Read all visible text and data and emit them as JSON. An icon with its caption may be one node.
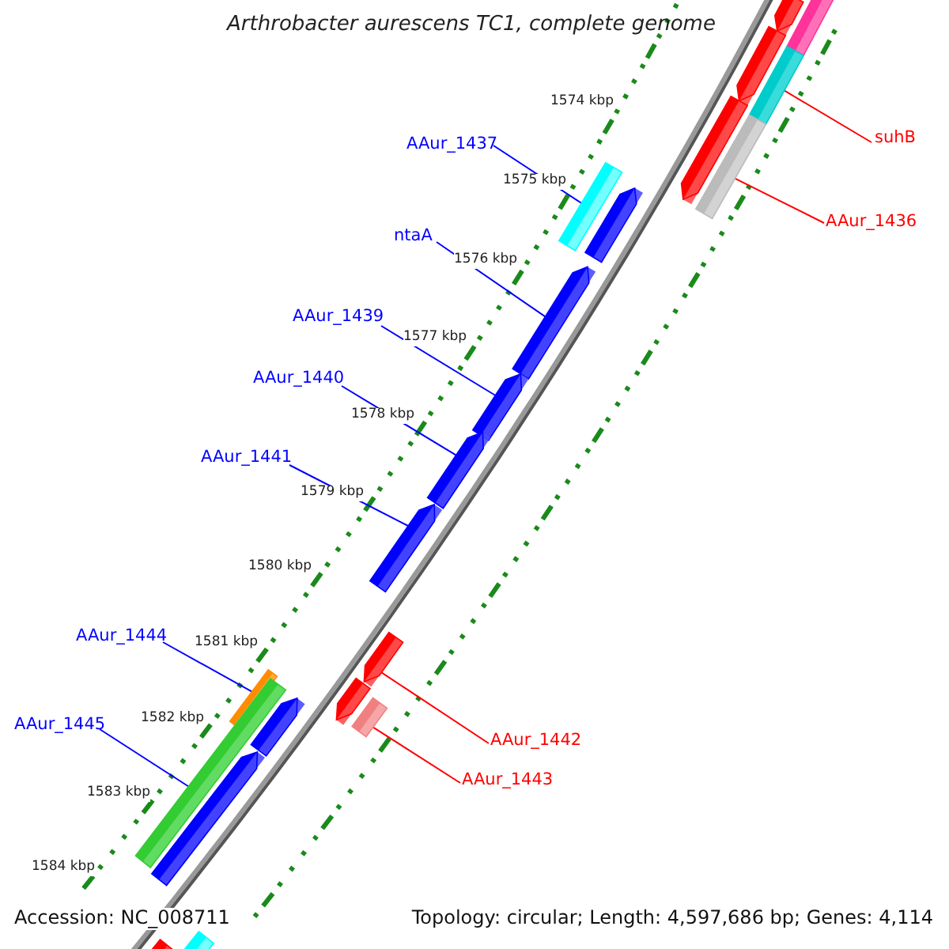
{
  "diagram": {
    "title": "Arthrobacter aurescens TC1, complete genome",
    "nodes": [
      {
        "text": [
          "AAur_1437"
        ]
      },
      {
        "text": [
          "ntaA"
        ]
      },
      {
        "text": [
          "AAur_1439"
        ]
      },
      {
        "text": [
          "AAur_1440"
        ]
      },
      {
        "text": [
          "AAur_1441"
        ]
      },
      {
        "text": [
          "AAur_1444"
        ]
      },
      {
        "text": [
          "AAur_1445"
        ]
      },
      {
        "text": [
          "suhB"
        ]
      },
      {
        "text": [
          "AAur_1436"
        ]
      },
      {
        "text": [
          "AAur_1442"
        ]
      },
      {
        "text": [
          "AAur_1443"
        ]
      },
      {
        "text": [],
        "shape": "arrow"
      },
      {
        "text": [],
        "shape": "arrow"
      },
      {
        "text": [],
        "shape": "arrow"
      },
      {
        "text": [],
        "shape": "bar"
      },
      {
        "text": [],
        "shape": "bar"
      },
      {
        "text": [],
        "shape": "bar"
      },
      {
        "text": [],
        "shape": "bar"
      },
      {
        "text": [],
        "shape": "arrow"
      },
      {
        "text": [],
        "shape": "arrow"
      },
      {
        "text": [],
        "shape": "arrow"
      },
      {
        "text": [],
        "shape": "arrow"
      },
      {
        "text": [],
        "shape": "arrow"
      },
      {
        "text": [],
        "shape": "arrow"
      },
      {
        "text": [],
        "shape": "arrow"
      },
      {
        "text": [],
        "shape": "bar"
      },
      {
        "text": [],
        "shape": "bar"
      },
      {
        "text": [],
        "shape": "bar"
      },
      {
        "text": [],
        "shape": "arrow"
      },
      {
        "text": [],
        "shape": "arrow"
      },
      {
        "text": [],
        "shape": "bar"
      },
      {
        "text": [],
        "shape": "bar"
      }
    ],
    "edges": [
      {
        "from": 0,
        "to": 17,
        "arrow": "none"
      },
      {
        "from": 1,
        "to": 19,
        "arrow": "none"
      },
      {
        "from": 2,
        "to": 20,
        "arrow": "none"
      },
      {
        "from": 3,
        "to": 21,
        "arrow": "none"
      },
      {
        "from": 4,
        "to": 22,
        "arrow": "none"
      },
      {
        "from": 5,
        "to": 26,
        "arrow": "none"
      },
      {
        "from": 6,
        "to": 27,
        "arrow": "none"
      },
      {
        "from": 7,
        "to": 15,
        "arrow": "none",
        "color": "#ff0000"
      },
      {
        "from": 8,
        "to": 16,
        "arrow": "none",
        "color": "#ff0000"
      },
      {
        "from": 9,
        "to": 23,
        "arrow": "none",
        "color": "#ff0000"
      },
      {
        "from": 10,
        "to": 25,
        "arrow": "none",
        "color": "#ff0000"
      }
    ],
    "labels": [
      "1574 kbp",
      "1575 kbp",
      "1576 kbp",
      "1577 kbp",
      "1578 kbp",
      "1579 kbp",
      "1580 kbp",
      "1581 kbp",
      "1582 kbp",
      "1583 kbp",
      "1584 kbp",
      "Accession: NC_008711",
      "Topology: circular; Length: 4,597,686 bp; Genes: 4,114"
    ]
  }
}
